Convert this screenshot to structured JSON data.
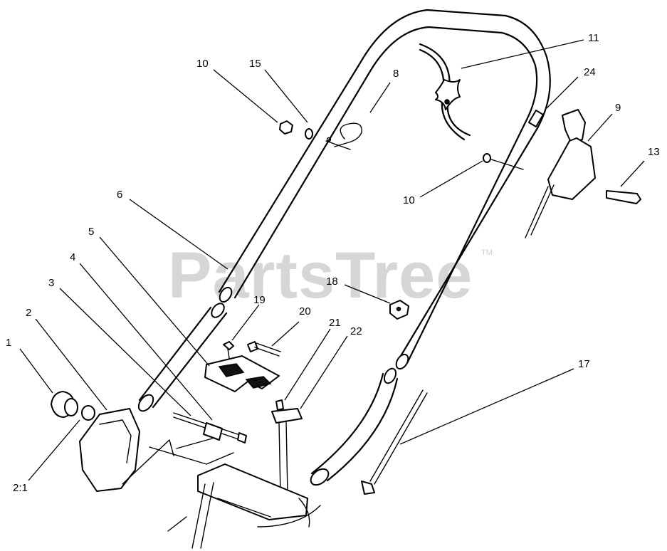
{
  "watermark": {
    "text": "PartsTree",
    "trademark": "TM"
  },
  "callouts": [
    {
      "id": "c-1",
      "label": "1"
    },
    {
      "id": "c-2",
      "label": "2"
    },
    {
      "id": "c-2-1",
      "label": "2:1"
    },
    {
      "id": "c-3",
      "label": "3"
    },
    {
      "id": "c-4",
      "label": "4"
    },
    {
      "id": "c-5",
      "label": "5"
    },
    {
      "id": "c-6",
      "label": "6"
    },
    {
      "id": "c-8",
      "label": "8"
    },
    {
      "id": "c-9",
      "label": "9"
    },
    {
      "id": "c-10a",
      "label": "10"
    },
    {
      "id": "c-10b",
      "label": "10"
    },
    {
      "id": "c-11",
      "label": "11"
    },
    {
      "id": "c-13",
      "label": "13"
    },
    {
      "id": "c-15",
      "label": "15"
    },
    {
      "id": "c-17",
      "label": "17"
    },
    {
      "id": "c-18",
      "label": "18"
    },
    {
      "id": "c-19",
      "label": "19"
    },
    {
      "id": "c-20",
      "label": "20"
    },
    {
      "id": "c-21",
      "label": "21"
    },
    {
      "id": "c-22",
      "label": "22"
    },
    {
      "id": "c-24",
      "label": "24"
    }
  ]
}
